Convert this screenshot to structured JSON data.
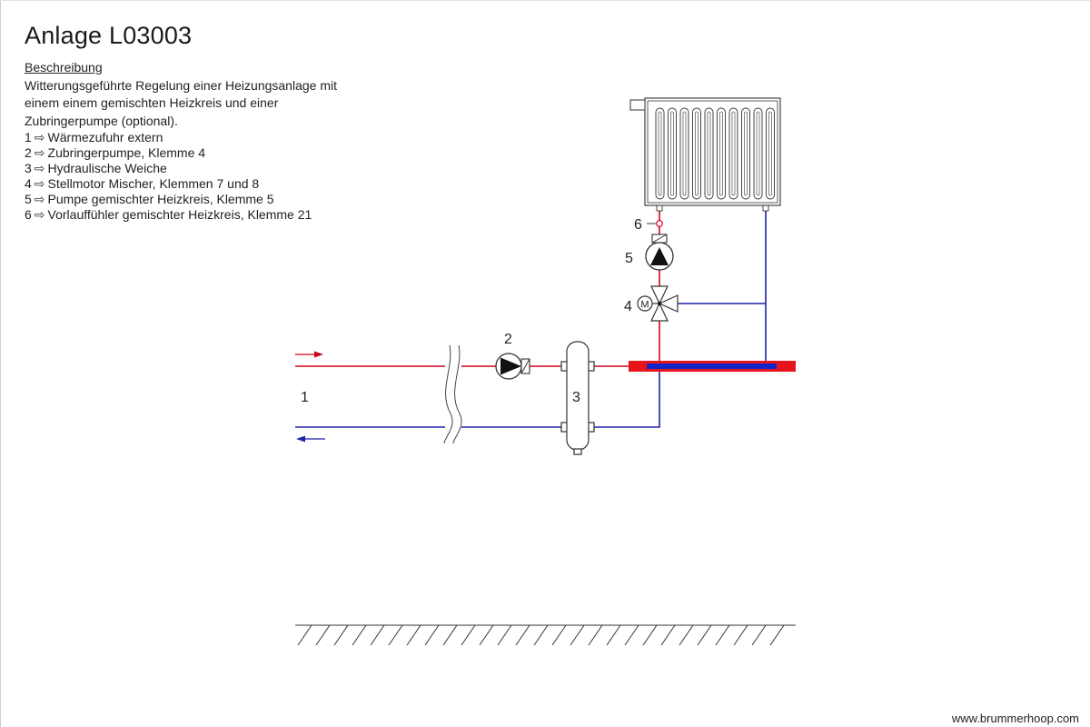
{
  "page": {
    "title": "Anlage L03003",
    "description_heading": "Beschreibung",
    "description_text": "Witterungsgeführte Regelung einer Heizungsanlage mit einem einem gemischten Heizkreis und einer Zubringerpumpe (optional).",
    "legend_arrow": "⇨",
    "legend": [
      {
        "num": "1",
        "text": "Wärmezufuhr extern"
      },
      {
        "num": "2",
        "text": "Zubringerpumpe, Klemme 4"
      },
      {
        "num": "3",
        "text": "Hydraulische Weiche"
      },
      {
        "num": "4",
        "text": "Stellmotor Mischer, Klemmen 7 und 8"
      },
      {
        "num": "5",
        "text": "Pumpe gemischter Heizkreis, Klemme 5"
      },
      {
        "num": "6",
        "text": "Vorlauffühler gemischter Heizkreis, Klemme 21"
      }
    ],
    "footer": "www.brummerhoop.com"
  },
  "diagram": {
    "labels": {
      "external_heat": "1",
      "feed_pump": "2",
      "hydraulic_switch": "3",
      "mixer_motor": "4",
      "mixer_motor_symbol": "M",
      "circuit_pump": "5",
      "flow_sensor": "6"
    },
    "colors": {
      "supply": "#d0021b",
      "return": "#1e22a8",
      "manifold_supply": "#e8141b",
      "manifold_return": "#1226c8",
      "line": "#333333"
    }
  }
}
